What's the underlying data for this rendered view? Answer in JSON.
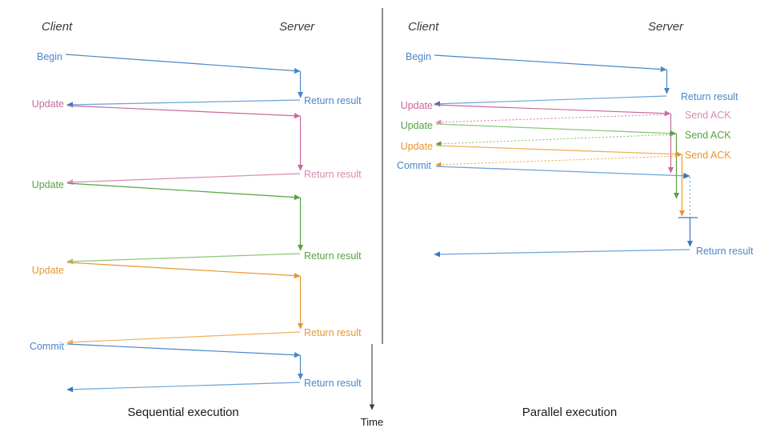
{
  "colors": {
    "blue": "#4a86c8",
    "blue_dark": "#3a76bd",
    "pink": "#c8699b",
    "pink_light": "#d98bb4",
    "green": "#57a23f",
    "green_light": "#8cc77a",
    "orange": "#e8962d",
    "orange_light": "#f0b05c",
    "axis": "#3c3c3c",
    "divider": "#2b2b2b",
    "text_dark": "#1a1a1a"
  },
  "panels": {
    "left": {
      "caption": "Sequential execution",
      "client_label": "Client",
      "server_label": "Server",
      "client_messages": [
        {
          "label": "Begin",
          "color_key": "blue"
        },
        {
          "label": "Update",
          "color_key": "pink"
        },
        {
          "label": "Update",
          "color_key": "green"
        },
        {
          "label": "Update",
          "color_key": "orange"
        },
        {
          "label": "Commit",
          "color_key": "blue"
        }
      ],
      "server_messages": [
        {
          "label": "Return result",
          "color_key": "blue"
        },
        {
          "label": "Return result",
          "color_key": "pink"
        },
        {
          "label": "Return result",
          "color_key": "green"
        },
        {
          "label": "Return result",
          "color_key": "orange"
        },
        {
          "label": "Return result",
          "color_key": "blue"
        }
      ]
    },
    "right": {
      "caption": "Parallel execution",
      "client_label": "Client",
      "server_label": "Server",
      "client_messages": [
        {
          "label": "Begin",
          "color_key": "blue"
        },
        {
          "label": "Update",
          "color_key": "pink"
        },
        {
          "label": "Update",
          "color_key": "green"
        },
        {
          "label": "Update",
          "color_key": "orange"
        },
        {
          "label": "Commit",
          "color_key": "blue"
        }
      ],
      "server_messages": [
        {
          "label": "Return result",
          "color_key": "blue"
        },
        {
          "label": "Send ACK",
          "color_key": "pink"
        },
        {
          "label": "Send ACK",
          "color_key": "green"
        },
        {
          "label": "Send ACK",
          "color_key": "orange"
        },
        {
          "label": "Return result",
          "color_key": "blue"
        }
      ]
    }
  },
  "axis": {
    "time_label": "Time"
  }
}
